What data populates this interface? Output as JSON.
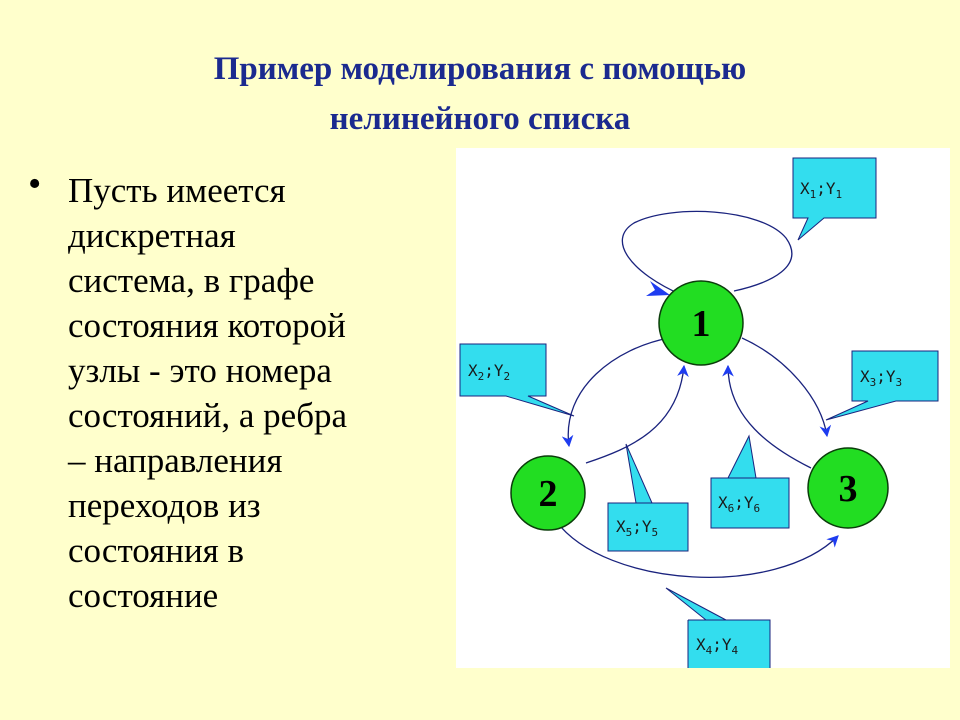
{
  "slide": {
    "title_line1": "Пример моделирования с помощью",
    "title_line2": "нелинейного списка",
    "bullet_symbol": "•",
    "bullet_lines": [
      "Пусть имеется",
      "дискретная",
      "система, в графе",
      "состояния которой",
      "узлы - это номера",
      "состояний, а ребра",
      "– направления",
      "переходов из",
      "состояния в",
      "состояние"
    ]
  },
  "diagram": {
    "nodes": [
      {
        "id": "1",
        "label": "1"
      },
      {
        "id": "2",
        "label": "2"
      },
      {
        "id": "3",
        "label": "3"
      }
    ],
    "callouts": [
      {
        "id": "c1",
        "x": "X",
        "xi": "1",
        "sep": ";",
        "y": "Y",
        "yi": "1"
      },
      {
        "id": "c2",
        "x": "X",
        "xi": "2",
        "sep": ";",
        "y": "Y",
        "yi": "2"
      },
      {
        "id": "c3",
        "x": "X",
        "xi": "3",
        "sep": ";",
        "y": "Y",
        "yi": "3"
      },
      {
        "id": "c4",
        "x": "X",
        "xi": "4",
        "sep": ";",
        "y": "Y",
        "yi": "4"
      },
      {
        "id": "c5",
        "x": "X",
        "xi": "5",
        "sep": ";",
        "y": "Y",
        "yi": "5"
      },
      {
        "id": "c6",
        "x": "X",
        "xi": "6",
        "sep": ";",
        "y": "Y",
        "yi": "6"
      }
    ],
    "colors": {
      "node_fill": "#22DD22",
      "callout_fill": "#33DDEE",
      "edge": "#1A237E",
      "arrow": "#1E3CF0",
      "title": "#1B2A8F",
      "background": "#FFFFCC"
    }
  }
}
